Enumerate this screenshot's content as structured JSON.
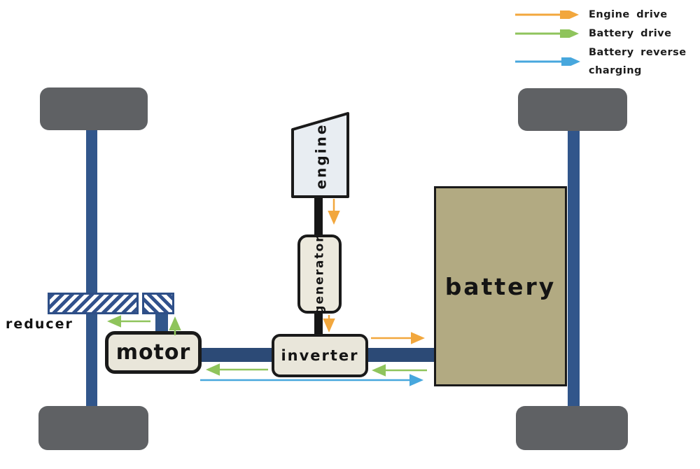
{
  "legend": {
    "items": [
      {
        "label": "Engine drive",
        "color": "#f2a73d"
      },
      {
        "label": "Battery drive",
        "color": "#8fc45c"
      },
      {
        "label": "Battery reverse charging",
        "color": "#47a7dd"
      }
    ]
  },
  "nodes": {
    "engine": {
      "label": "engine"
    },
    "generator": {
      "label": "generator"
    },
    "inverter": {
      "label": "inverter"
    },
    "motor": {
      "label": "motor"
    },
    "battery": {
      "label": "battery"
    },
    "reducer": {
      "label": "reducer"
    }
  },
  "flows": [
    {
      "type": "engine_drive",
      "from": "engine",
      "to": "generator"
    },
    {
      "type": "engine_drive",
      "from": "generator",
      "to": "inverter"
    },
    {
      "type": "engine_drive",
      "from": "inverter",
      "to": "battery"
    },
    {
      "type": "battery_drive",
      "from": "battery",
      "to": "inverter"
    },
    {
      "type": "battery_drive",
      "from": "inverter",
      "to": "motor"
    },
    {
      "type": "battery_drive",
      "from": "motor",
      "to": "reducer"
    },
    {
      "type": "battery_drive",
      "from": "reducer",
      "to": "axle"
    },
    {
      "type": "battery_reverse_charging",
      "from": "motor",
      "to": "battery"
    }
  ],
  "colors": {
    "engine_drive": "#f2a73d",
    "battery_drive": "#8fc45c",
    "battery_reverse_charging": "#47a7dd",
    "axle": "#31568b",
    "drive_shaft": "#2c4a76",
    "wheel": "#5f6164",
    "gear_hatch": "#31518c",
    "box_fill": "#e9e6da",
    "battery_fill": "#b2aa82",
    "engine_fill": "#e8edf2",
    "connector": "#161616"
  }
}
